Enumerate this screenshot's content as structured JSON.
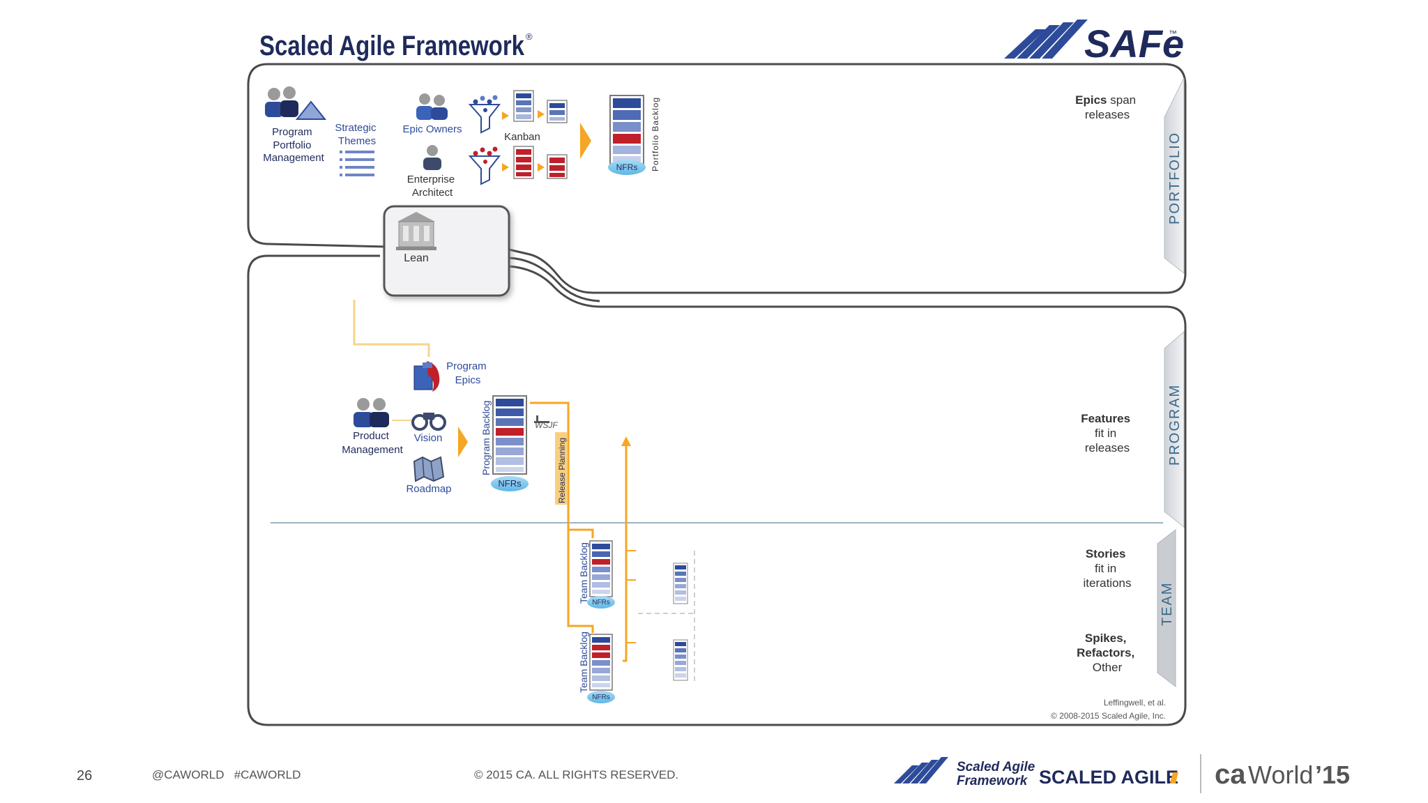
{
  "slide": {
    "page_number": "26",
    "social": "@CAWORLD   #CAWORLD",
    "copyright": "© 2015 CA. ALL RIGHTS RESERVED."
  },
  "header": {
    "title": "Scaled Agile Framework",
    "title_mark": "®",
    "logo_text": "SAFe",
    "logo_mark": "™"
  },
  "portfolio": {
    "lane_label": "PORTFOLIO",
    "ppm_label": [
      "Program",
      "Portfolio",
      "Management"
    ],
    "themes_label": [
      "Strategic",
      "Themes"
    ],
    "epic_owners": "Epic Owners",
    "enterprise_architect": [
      "Enterprise",
      "Architect"
    ],
    "kanban": "Kanban",
    "backlog_label": "Portfolio Backlog",
    "nfrs": "NFRs",
    "note_bold": "Epics",
    "note_rest": " span",
    "note_line2": "releases",
    "lean": "Lean"
  },
  "program": {
    "lane_label": "PROGRAM",
    "program_epics": [
      "Program",
      "Epics"
    ],
    "product_management": [
      "Product",
      "Management"
    ],
    "vision": "Vision",
    "roadmap": "Roadmap",
    "backlog_label": "Program Backlog",
    "nfrs": "NFRs",
    "wsjf": "WSJF",
    "release_planning": "Release Planning",
    "note_bold": "Features",
    "note_line2": "fit in",
    "note_line3": "releases"
  },
  "team": {
    "lane_label": "TEAM",
    "backlog_label": "Team Backlog",
    "nfrs": "NFRs",
    "note1_bold": "Stories",
    "note1_line2": "fit in",
    "note1_line3": "iterations",
    "note2_line1": "Spikes,",
    "note2_line2": "Refactors,",
    "note2_line3": "Other",
    "credit1": "Leffingwell, et al.",
    "credit2": "© 2008-2015  Scaled Agile, Inc."
  },
  "footer": {
    "saf_logo": [
      "Scaled Agile",
      "Framework"
    ],
    "scaled_agile": "SCALED AGILE",
    "caworld_ca": "ca",
    "caworld_world": "World",
    "caworld_year": "’15"
  },
  "colors": {
    "navy": "#1f2a5c",
    "blue": "#2e4b9a",
    "red": "#c0202a",
    "orange": "#f5a623",
    "grey_text": "#555555",
    "lane_blue": "#3a6a8c"
  }
}
